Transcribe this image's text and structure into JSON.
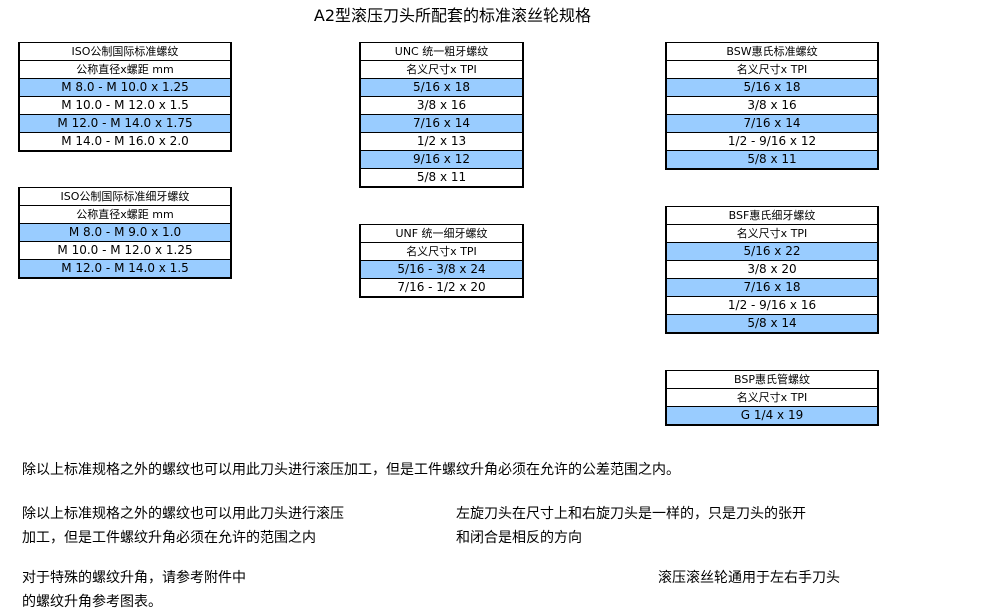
{
  "title": "A2型滚压刀头所配套的标准滚丝轮规格",
  "tables": {
    "iso_coarse": {
      "header": "ISO公制国际标准螺纹",
      "subheader": "公称直径x螺距 mm",
      "rows": [
        "M 8.0 - M 10.0 x 1.25",
        "M 10.0 - M 12.0 x 1.5",
        "M 12.0 - M 14.0 x 1.75",
        "M 14.0 - M 16.0 x 2.0"
      ]
    },
    "iso_fine": {
      "header": "ISO公制国际标准细牙螺纹",
      "subheader": "公称直径x螺距 mm",
      "rows": [
        "M 8.0 - M 9.0 x 1.0",
        "M 10.0 - M 12.0 x 1.25",
        "M 12.0 - M 14.0 x 1.5"
      ]
    },
    "unc": {
      "header": "UNC 统一粗牙螺纹",
      "subheader": "名义尺寸x TPI",
      "rows": [
        "5/16 x 18",
        "3/8 x 16",
        "7/16 x 14",
        "1/2 x 13",
        "9/16 x 12",
        "5/8 x 11"
      ]
    },
    "unf": {
      "header": "UNF 统一细牙螺纹",
      "subheader": "名义尺寸x TPI",
      "rows": [
        "5/16 - 3/8 x 24",
        "7/16 - 1/2 x 20"
      ]
    },
    "bsw": {
      "header": "BSW惠氏标准螺纹",
      "subheader": "名义尺寸x TPI",
      "rows": [
        "5/16 x 18",
        "3/8 x 16",
        "7/16 x 14",
        "1/2 - 9/16 x 12",
        "5/8 x 11"
      ]
    },
    "bsf": {
      "header": "BSF惠氏细牙螺纹",
      "subheader": "名义尺寸x TPI",
      "rows": [
        "5/16 x 22",
        "3/8 x 20",
        "7/16 x 18",
        "1/2 - 9/16 x 16",
        "5/8 x 14"
      ]
    },
    "bsp": {
      "header": "BSP惠氏管螺纹",
      "subheader": "名义尺寸x TPI",
      "rows": [
        "G 1/4 x 19"
      ]
    }
  },
  "notes": {
    "line1": "除以上标准规格之外的螺纹也可以用此刀头进行滚压加工，但是工件螺纹升角必须在允许的公差范围之内。",
    "block2_a": "除以上标准规格之外的螺纹也可以用此刀头进行滚压",
    "block2_b": "加工，但是工件螺纹升角必须在允许的范围之内",
    "block3_a": "左旋刀头在尺寸上和右旋刀头是一样的，只是刀头的张开",
    "block3_b": "和闭合是相反的方向",
    "block4_a": "对于特殊的螺纹升角，请参考附件中",
    "block4_b": "的螺纹升角参考图表。",
    "block5": "滚压滚丝轮通用于左右手刀头"
  },
  "colors": {
    "row_highlight": "#99ccff",
    "border": "#000000"
  }
}
